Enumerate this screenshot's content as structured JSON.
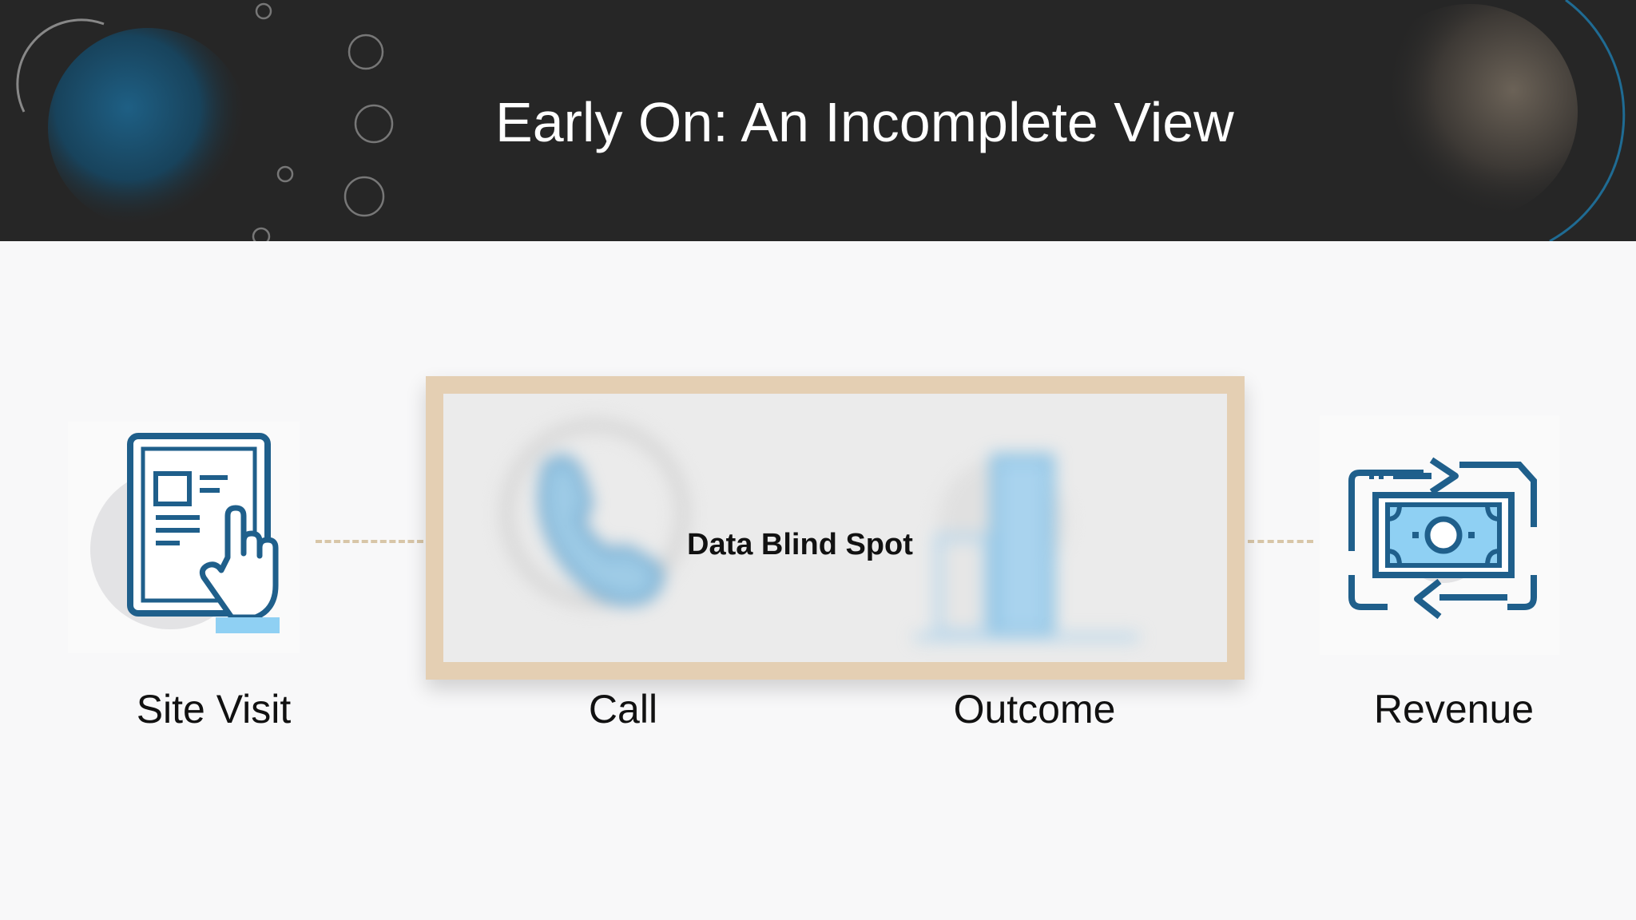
{
  "header": {
    "title": "Early On: An Incomplete View"
  },
  "diagram": {
    "blind_spot_label": "Data Blind Spot",
    "steps": [
      {
        "label": "Site Visit",
        "icon": "tablet-touch-icon"
      },
      {
        "label": "Call",
        "icon": "phone-icon"
      },
      {
        "label": "Outcome",
        "icon": "bar-chart-icon"
      },
      {
        "label": "Revenue",
        "icon": "money-exchange-icon"
      }
    ]
  },
  "colors": {
    "header_bg": "#262626",
    "icon_blue": "#1f5f8b",
    "icon_light_blue": "#8fd0f3",
    "frame_beige": "#e4cfb3",
    "dash": "#d8c6a8"
  }
}
